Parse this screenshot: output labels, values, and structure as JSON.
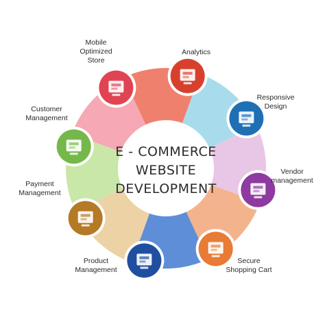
{
  "title_lines": [
    "E - COMMERCE",
    "WEBSITE",
    "DEVELOPMENT"
  ],
  "segments": [
    {
      "key": "analytics",
      "label": "Analytics",
      "color": "#a8dcec",
      "icon_color": "#1f6fb5",
      "icon": "analytics-icon"
    },
    {
      "key": "responsive",
      "label": "Responsive\nDesign",
      "color": "#e8c6e6",
      "icon_color": "#8e3aa0",
      "icon": "responsive-design-icon"
    },
    {
      "key": "vendor",
      "label": "Vendor\nmanagement",
      "color": "#f3b48d",
      "icon_color": "#e87b35",
      "icon": "delivery-truck-icon"
    },
    {
      "key": "secure",
      "label": "Secure\nShopping Cart",
      "color": "#5f8ed8",
      "icon_color": "#1f4f9e",
      "icon": "shield-check-icon"
    },
    {
      "key": "product",
      "label": "Product\nManagement",
      "color": "#ecd2a4",
      "icon_color": "#b57a25",
      "icon": "product-box-icon"
    },
    {
      "key": "payment",
      "label": "Payment\nManagement",
      "color": "#c9e7a8",
      "icon_color": "#75b84a",
      "icon": "credit-card-icon"
    },
    {
      "key": "customer",
      "label": "Customer\nManagement",
      "color": "#f6a8b4",
      "icon_color": "#e04453",
      "icon": "customer-screen-icon"
    },
    {
      "key": "mobile",
      "label": "Mobile\nOptimized\nStore",
      "color": "#f0806e",
      "icon_color": "#d8402e",
      "icon": "mobile-store-icon"
    }
  ]
}
